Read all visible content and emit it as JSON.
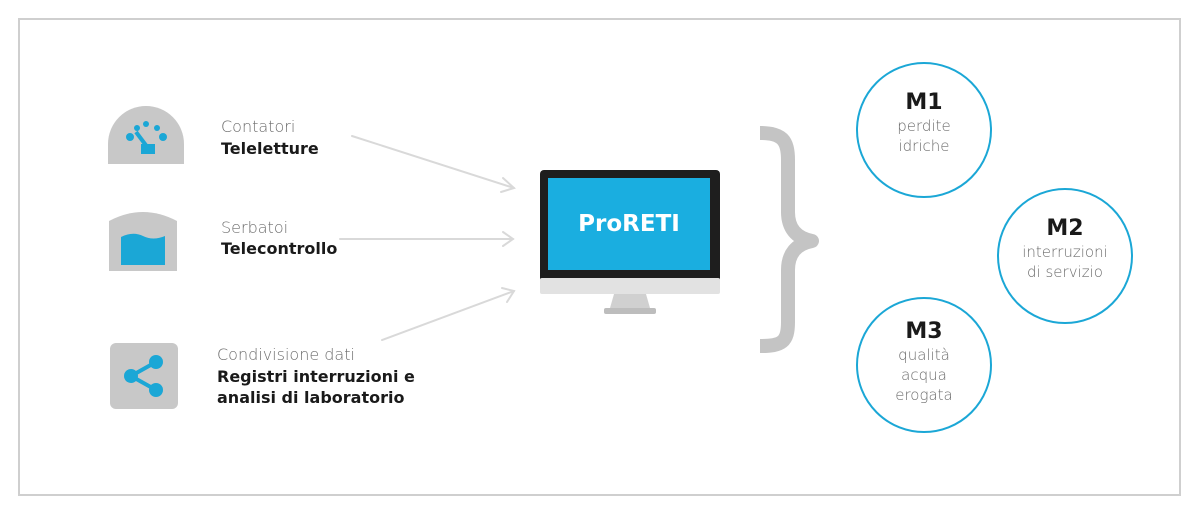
{
  "sources": [
    {
      "label": "Contatori",
      "bold": [
        "Teleletture"
      ],
      "icon": "gauge-icon"
    },
    {
      "label": "Serbatoi",
      "bold": [
        "Telecontrollo"
      ],
      "icon": "tank-icon"
    },
    {
      "label": "Condivisione dati",
      "bold": [
        "Registri interruzioni e",
        "analisi di laboratorio"
      ],
      "icon": "share-icon"
    }
  ],
  "system": {
    "name": "ProRETI",
    "icon": "monitor-icon"
  },
  "outcomes": [
    {
      "code": "M1",
      "desc": "perdite\nidriche"
    },
    {
      "code": "M2",
      "desc": "interruzioni\ndi servizio"
    },
    {
      "code": "M3",
      "desc": "qualità\nacqua\nerogata"
    }
  ],
  "colors": {
    "accent": "#1ba7d6",
    "icon_bg": "#c8c8c8",
    "arrow": "#d9d9d9",
    "frame": "#cfcfcf"
  }
}
